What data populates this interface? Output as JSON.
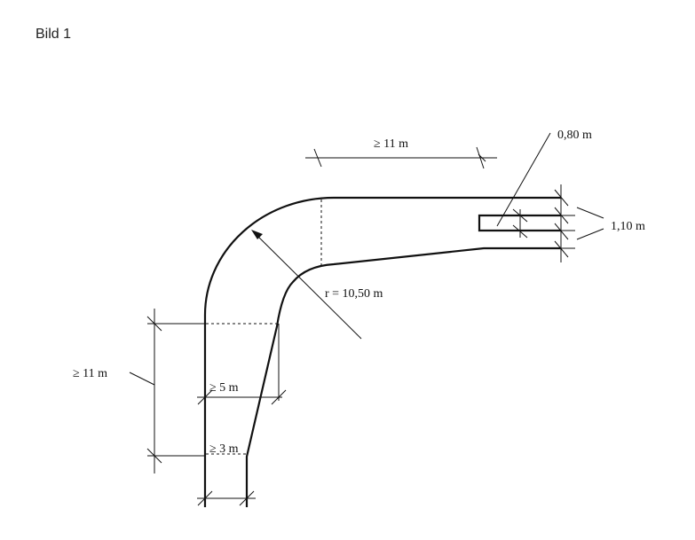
{
  "caption": "Bild 1",
  "labels": {
    "top_length": "≥ 11 m",
    "island_width": "0,80 m",
    "lane_width": "1,10 m",
    "radius": "r = 10,50 m",
    "left_length": "≥ 11 m",
    "width_5": "≥ 5 m",
    "width_3": "≥ 3 m"
  }
}
